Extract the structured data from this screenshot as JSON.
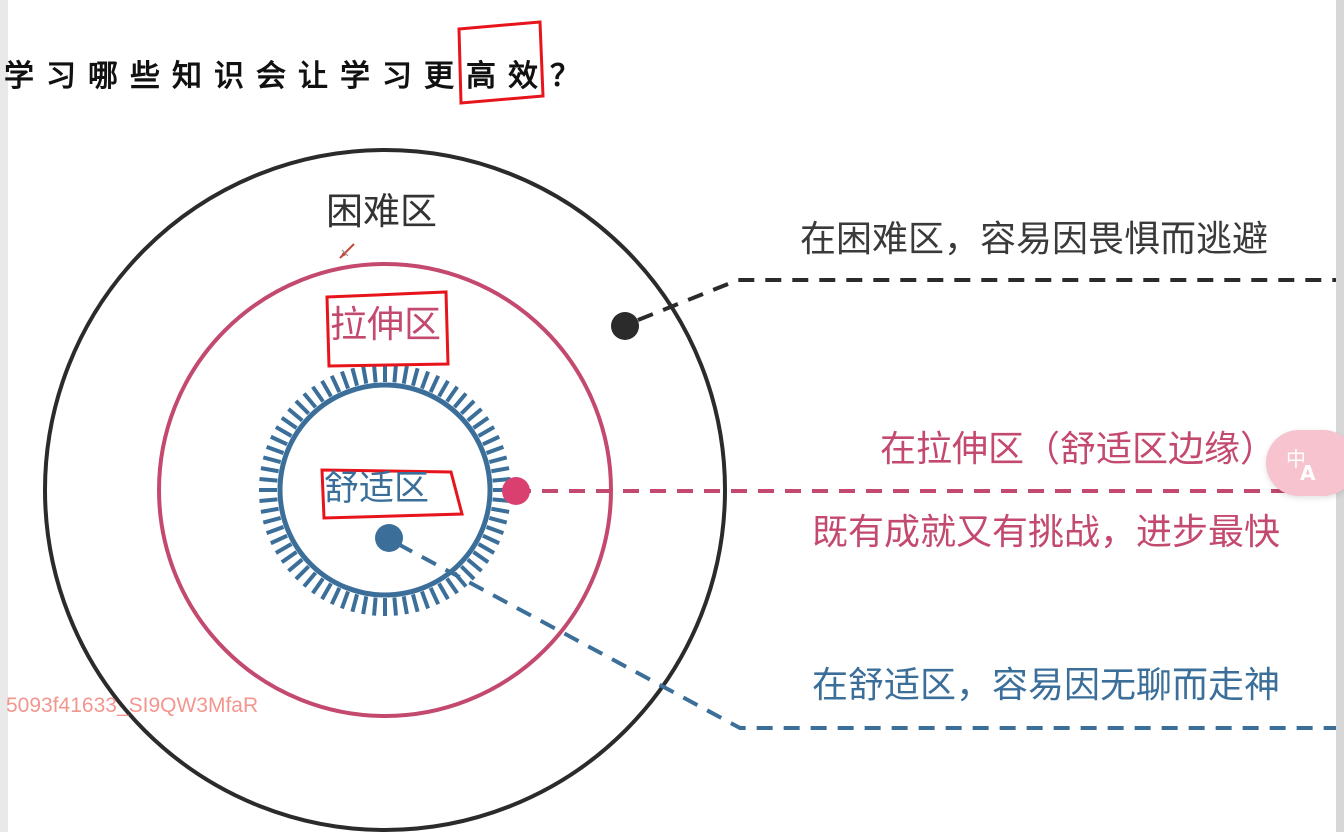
{
  "heading": {
    "text": "学习哪些知识会让学习更高效？"
  },
  "zones": {
    "hard": "困难区",
    "stretch": "拉伸区",
    "comfort": "舒适区"
  },
  "notes": {
    "hard": "在困难区，容易因畏惧而逃避",
    "stretch_line1": "在拉伸区（舒适区边缘）",
    "stretch_line2": "既有成就又有挑战，进步最快",
    "comfort": "在舒适区，容易因无聊而走神"
  },
  "watermark": "5093f41633_SI9QW3MfaR",
  "colors": {
    "hard": "#2b2b2b",
    "stretch": "#c4496f",
    "stretch_dot": "#d9406f",
    "comfort": "#3b6f9a",
    "annotation": "#e8141b",
    "translate_button": "#f7c3ce"
  },
  "icons": {
    "translate": "translate-icon",
    "pen": "pen-cursor-icon"
  }
}
